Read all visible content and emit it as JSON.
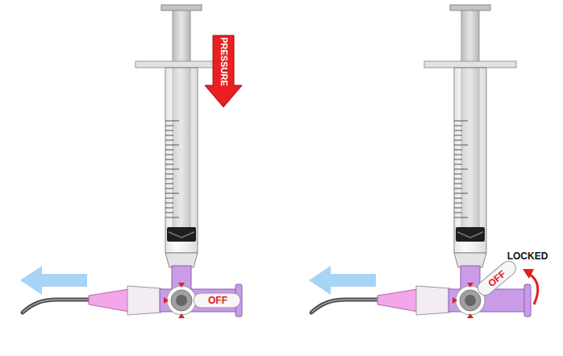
{
  "diagram": {
    "labels": [
      "PRESSURE",
      "OFF",
      "OFF",
      "LOCKED"
    ]
  }
}
